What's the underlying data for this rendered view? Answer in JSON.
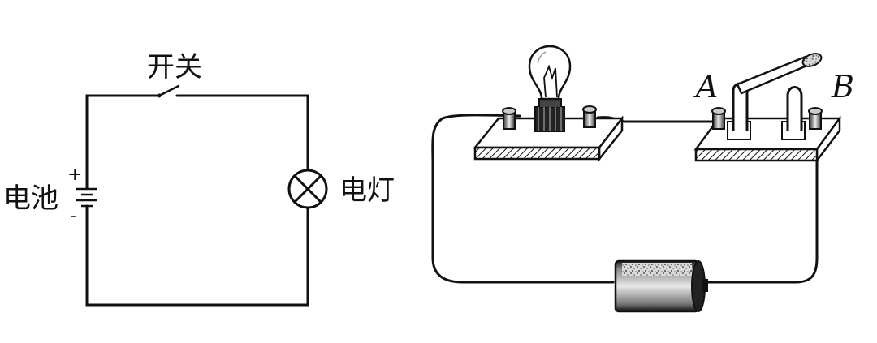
{
  "schematic": {
    "switch_label": "开关",
    "battery_label": "电池",
    "lamp_label": "电灯",
    "plus_sign": "+",
    "minus_sign": "-"
  },
  "physical": {
    "terminal_a_label": "A",
    "terminal_b_label": "B"
  }
}
